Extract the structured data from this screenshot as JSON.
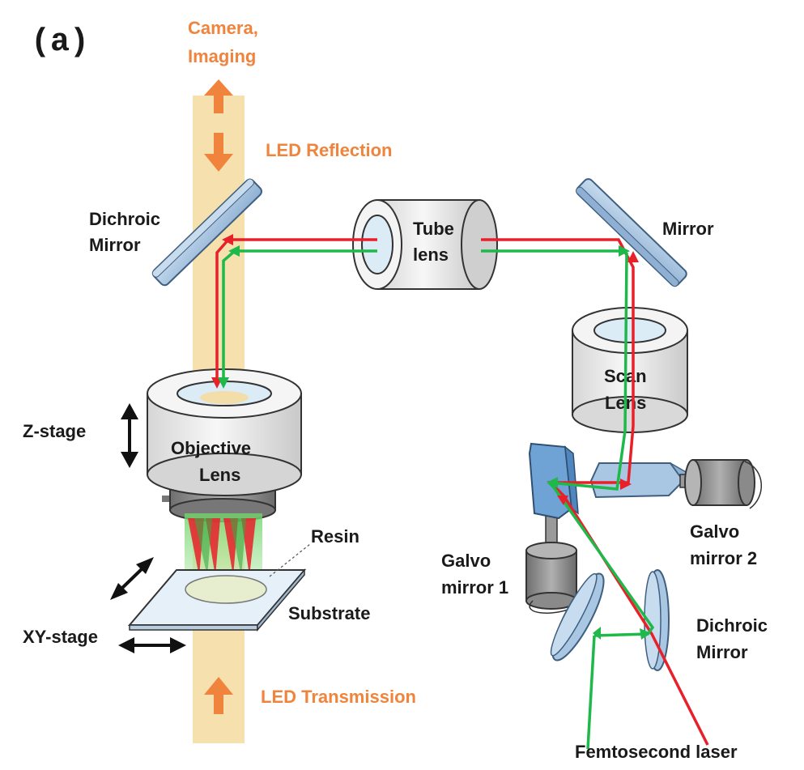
{
  "panel_letter": "(a)",
  "labels": {
    "camera_line1": "Camera,",
    "camera_line2": "Imaging",
    "led_reflection": "LED Reflection",
    "led_transmission": "LED Transmission",
    "dichroic_top_line1": "Dichroic",
    "dichroic_top_line2": "Mirror",
    "tube_line1": "Tube",
    "tube_line2": "lens",
    "mirror": "Mirror",
    "scan_line1": "Scan",
    "scan_line2": "Lens",
    "z_stage": "Z-stage",
    "objective_line1": "Objective",
    "objective_line2": "Lens",
    "resin": "Resin",
    "substrate": "Substrate",
    "xy_stage": "XY-stage",
    "galvo1_line1": "Galvo",
    "galvo1_line2": "mirror 1",
    "galvo2_line1": "Galvo",
    "galvo2_line2": "mirror 2",
    "dichroic_bottom_line1": "Dichroic",
    "dichroic_bottom_line2": "Mirror",
    "femtosecond": "Femtosecond laser"
  },
  "colors": {
    "led_beam": "#f5dca0",
    "led_text": "#f0843c",
    "laser_red": "#e8202a",
    "laser_green": "#1fb84a",
    "optic_blue": "#a9c6e2",
    "optic_outline": "#3f5f80",
    "housing_light": "#ececec",
    "housing_dark": "#8c8c8c"
  }
}
